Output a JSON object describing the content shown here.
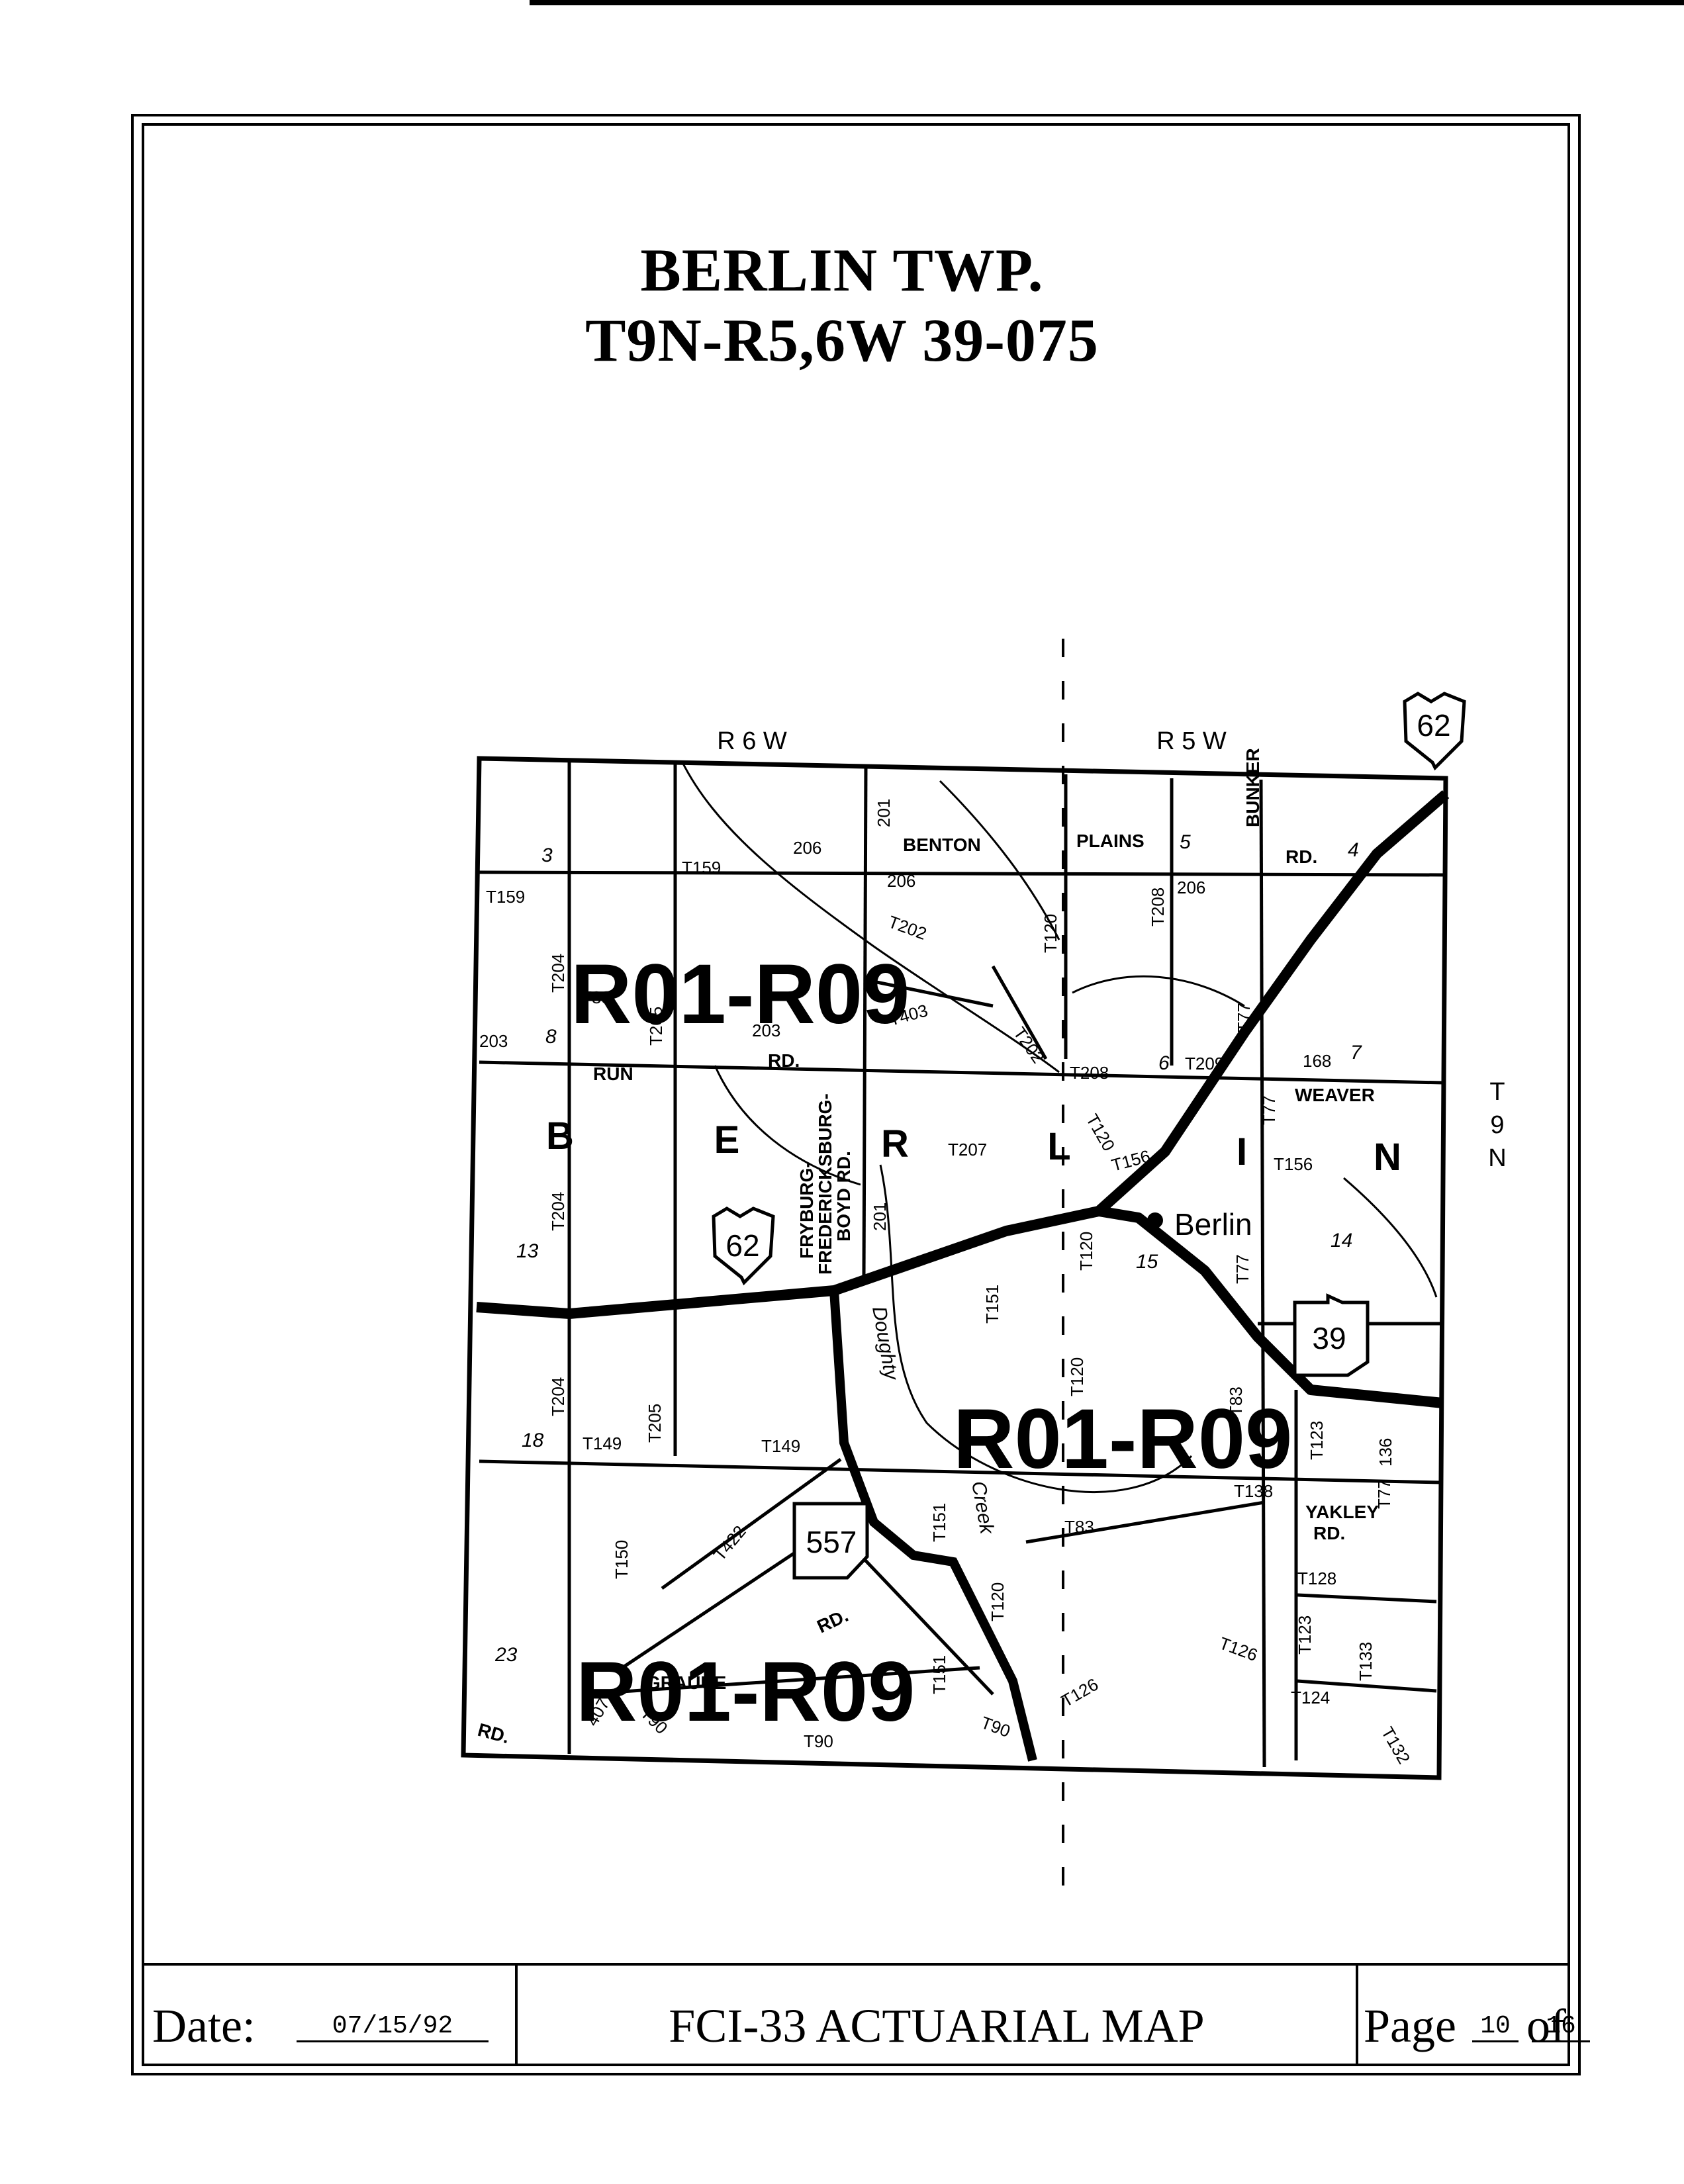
{
  "title": {
    "line1": "BERLIN TWP.",
    "line2": "T9N-R5,6W 39-075"
  },
  "map": {
    "range_west": "R 6 W",
    "range_east": "R 5 W",
    "township_label": [
      "T",
      "9",
      "N"
    ],
    "township_name_letters": [
      "B",
      "E",
      "R",
      "L",
      "I",
      "N"
    ],
    "place_name": "Berlin",
    "zone_labels": [
      "R01-R09",
      "R01-R09",
      "R01-R09"
    ],
    "route_shields": [
      "62",
      "62",
      "39",
      "557"
    ],
    "section_numbers": [
      "3",
      "4",
      "5",
      "6",
      "7",
      "8",
      "13",
      "14",
      "15",
      "18",
      "23"
    ],
    "road_names": [
      "BENTON",
      "PLAINS",
      "BUNKER",
      "RD.",
      "RUN",
      "RD.",
      "WEAVER",
      "FRYBURG-",
      "FREDERICKSBURG-",
      "BOYD RD.",
      "YAKLEY",
      "RD.",
      "GRAUUE",
      "RD.",
      "RD."
    ],
    "road_numbers": [
      "T159",
      "T159",
      "206",
      "206",
      "206",
      "201",
      "T202",
      "T120",
      "T208",
      "T204",
      "T88",
      "T205",
      "203",
      "203",
      "T403",
      "T202",
      "T208",
      "T209",
      "168",
      "T120",
      "T207",
      "T156",
      "T156",
      "T204",
      "201",
      "T120",
      "T151",
      "T204",
      "T205",
      "T149",
      "T149",
      "T120",
      "T83",
      "T123",
      "136",
      "T138",
      "T150",
      "T422",
      "T151",
      "T83",
      "T120",
      "T128",
      "T123",
      "T133",
      "T126",
      "T126",
      "T124",
      "T151",
      "T90",
      "T90",
      "407",
      "T90",
      "T132",
      "T77",
      "T77",
      "T77",
      "T77"
    ],
    "waterway": "Doughty",
    "creek": "Creek"
  },
  "footer": {
    "date_label": "Date:",
    "date_value": "07/15/92",
    "map_title": "FCI-33 ACTUARIAL MAP",
    "page_label": "Page",
    "page_number": "10",
    "of_label": "of",
    "page_total": "16"
  }
}
